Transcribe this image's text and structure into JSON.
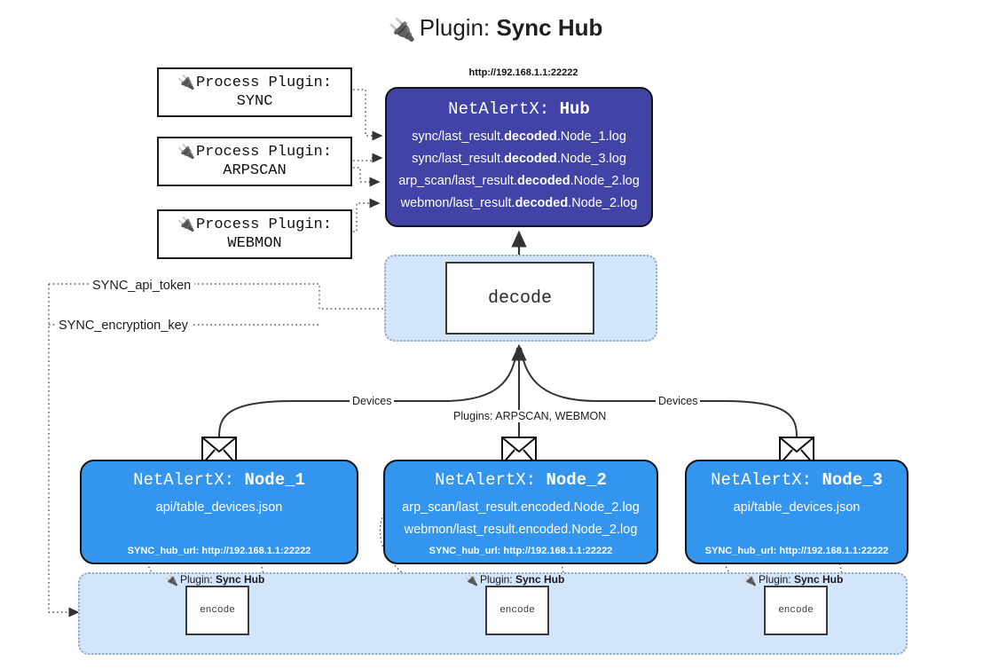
{
  "title": {
    "icon": "plug-icon",
    "lead": "Plugin:",
    "strong": "Sync Hub"
  },
  "process_plugins": [
    {
      "icon": "plug-icon",
      "line1": "Process Plugin:",
      "line2": "SYNC"
    },
    {
      "icon": "plug-icon",
      "line1": "Process Plugin:",
      "line2": "ARPSCAN"
    },
    {
      "icon": "plug-icon",
      "line1": "Process Plugin:",
      "line2": "WEBMON"
    }
  ],
  "hub": {
    "url": "http://192.168.1.1:22222",
    "title_prefix": "NetAlertX:",
    "title_name": "Hub",
    "lines": [
      {
        "pre": "sync/last_result.",
        "bold": "decoded",
        "post": ".Node_1.log"
      },
      {
        "pre": "sync/last_result.",
        "bold": "decoded",
        "post": ".Node_3.log"
      },
      {
        "pre": "arp_scan/last_result.",
        "bold": "decoded",
        "post": ".Node_2.log"
      },
      {
        "pre": "webmon/last_result.",
        "bold": "decoded",
        "post": ".Node_2.log"
      }
    ]
  },
  "decode": {
    "label": "decode"
  },
  "settings": {
    "api_token": "SYNC_api_token",
    "encryption_key": "SYNC_encryption_key"
  },
  "edges": {
    "devices_left": "Devices",
    "devices_right": "Devices",
    "plugins_middle": "Plugins: ARPSCAN, WEBMON"
  },
  "nodes": [
    {
      "title_prefix": "NetAlertX:",
      "title_name": "Node_1",
      "lines": [
        {
          "pre": "api/table_devices.json",
          "bold": "",
          "post": ""
        }
      ],
      "footer": "SYNC_hub_url: http://192.168.1.1:22222",
      "encode_label": "encode",
      "plugin_label_lead": "Plugin:",
      "plugin_label_strong": "Sync Hub",
      "plugin_icon": "plug-icon",
      "envelope_icon": "envelope-icon"
    },
    {
      "title_prefix": "NetAlertX:",
      "title_name": "Node_2",
      "lines": [
        {
          "pre": "arp_scan/last_result.encoded.Node_2.log",
          "bold": "",
          "post": ""
        },
        {
          "pre": "webmon/last_result.encoded.Node_2.log",
          "bold": "",
          "post": ""
        }
      ],
      "footer": "SYNC_hub_url: http://192.168.1.1:22222",
      "encode_label": "encode",
      "plugin_label_lead": "Plugin:",
      "plugin_label_strong": "Sync Hub",
      "plugin_icon": "plug-icon",
      "envelope_icon": "envelope-icon"
    },
    {
      "title_prefix": "NetAlertX:",
      "title_name": "Node_3",
      "lines": [
        {
          "pre": "api/table_devices.json",
          "bold": "",
          "post": ""
        }
      ],
      "footer": "SYNC_hub_url: http://192.168.1.1:22222",
      "encode_label": "encode",
      "plugin_label_lead": "Plugin:",
      "plugin_label_strong": "Sync Hub",
      "plugin_icon": "plug-icon",
      "envelope_icon": "envelope-icon"
    }
  ],
  "colors": {
    "hub_fill": "#4143a6",
    "node_fill": "#3395ee",
    "container_fill": "#d3e5fa",
    "stroke": "#141414",
    "dotted": "#555555"
  }
}
